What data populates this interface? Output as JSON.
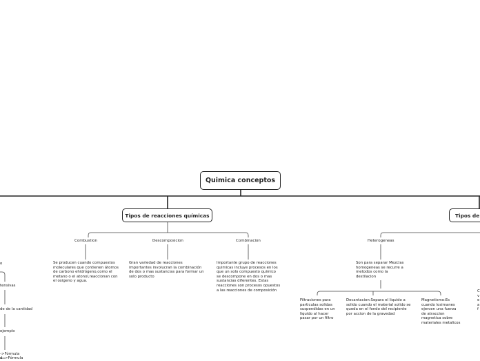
{
  "root": {
    "label": "Quimica conceptos"
  },
  "reactions": {
    "label": "Tipos de reacciones químicas",
    "children": [
      {
        "label": "Combustion",
        "text": "Se producen cuando compuestos moleculares que contienen átomos de carbono ehidrógeno,como el metano o el atonol,reaccionan con el oxigeno y agua."
      },
      {
        "label": "Descomposicion",
        "text": "Gran variedad de reacciones importantes involucran la combinación de dos o mas sustancias para formar un solo producto"
      },
      {
        "label": "Combinacion",
        "text": "Importante grupo de reacciones quimicas incluye procesos en los que un solo compuesto quimico se descompone en dos o mas sustancias diferentes. Estas reacciones son procesos opuestos a las reacciones de composición"
      }
    ]
  },
  "mixtures": {
    "label": "Tipos de m",
    "children": [
      {
        "label": "Heterogeneas",
        "text": "Son para separar Mezclas homogeneas se recurre a metodos  como la destilacion",
        "methods": [
          {
            "text": "Filtraciones para particulas solidas suspendidas en un liquido al hacer pasar por un filtro"
          },
          {
            "text": "Decantacion:Separa el liquido a solido cuando el material solido se queda en el fondo del recipiente por accion de la gravedad"
          },
          {
            "text": "Magnetismo:Es cuando losimanes ejercen una fuerza de atraccion magnetica sobre materiales metalicos"
          }
        ]
      }
    ]
  },
  "left_fragments": {
    "a": "o",
    "b": "tensivas",
    "c": "de de la cantidad",
    "d": "ejemplo",
    "e": "->Fórmula",
    "f": "d  ->Fórmula"
  },
  "right_fragments": {
    "a": "C",
    "b": "v",
    "c": "e",
    "d": "a",
    "e": "f"
  }
}
